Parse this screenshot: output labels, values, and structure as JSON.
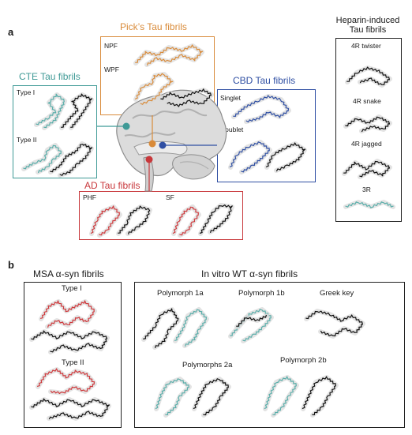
{
  "colors": {
    "picks": "#d98b3a",
    "cte": "#3f9a96",
    "cbd": "#2f4fa3",
    "ad": "#c8373b",
    "teal_strand": "#5aaeaa",
    "red_strand": "#cf3a3d",
    "black_strand": "#111111",
    "halo": "#d9d9d9"
  },
  "panel_a": {
    "letter": "a",
    "picks": {
      "title": "Pick’s Tau fibrils",
      "labels": [
        "NPF",
        "WPF"
      ]
    },
    "cte": {
      "title": "CTE Tau fibrils",
      "labels": [
        "Type I",
        "Type II"
      ]
    },
    "cbd": {
      "title": "CBD Tau fibrils",
      "labels": [
        "Singlet",
        "Doublet"
      ]
    },
    "ad": {
      "title": "AD Tau fibrils",
      "labels": [
        "PHF",
        "SF"
      ]
    },
    "heparin": {
      "title_line1": "Heparin-induced",
      "title_line2": "Tau fibrils",
      "labels": [
        "4R twister",
        "4R snake",
        "4R jagged",
        "3R"
      ]
    }
  },
  "panel_b": {
    "letter": "b",
    "msa": {
      "title": "MSA α-syn fibrils",
      "labels": [
        "Type I",
        "Type II"
      ]
    },
    "invitro": {
      "title": "In vitro WT α-syn fibrils",
      "labels": [
        "Polymorph 1a",
        "Polymorph 1b",
        "Greek key",
        "Polymorphs 2a",
        "Polymorph 2b"
      ]
    }
  }
}
